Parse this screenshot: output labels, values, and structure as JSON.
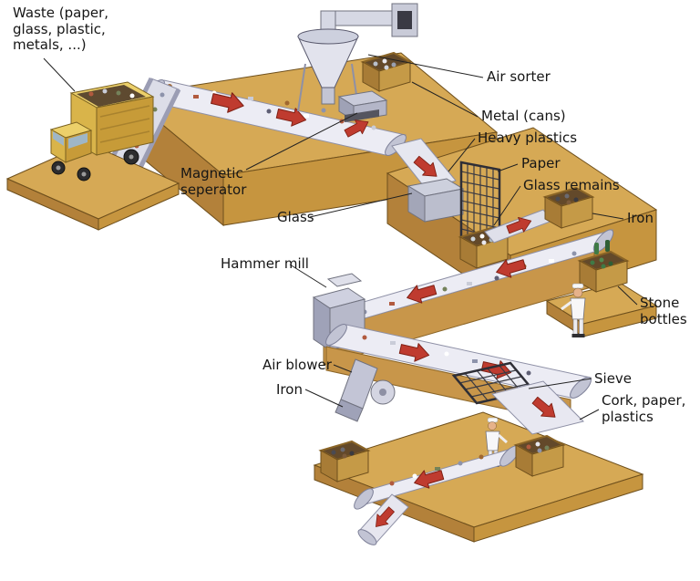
{
  "diagram": {
    "labels": {
      "waste": "Waste (paper, glass, plastic, metals, ...)",
      "air_sorter": "Air sorter",
      "metal_cans": "Metal (cans)",
      "heavy_plastics": "Heavy plastics",
      "paper": "Paper",
      "glass_remains": "Glass remains",
      "iron_top": "Iron",
      "magnetic_separator": "Magnetic seperator",
      "glass": "Glass",
      "hammer_mill": "Hammer mill",
      "stone_bottles": "Stone bottles",
      "air_blower": "Air blower",
      "iron_bottom": "Iron",
      "sieve": "Sieve",
      "cork_paper_plastics": "Cork, paper, plastics"
    },
    "colors": {
      "platform_tan": "#d6a955",
      "platform_shadow": "#b3813a",
      "platform_side": "#c6953f",
      "belt_light": "#ececf4",
      "machine_gray": "#cfd1e0",
      "arrow_red": "#bf3b2f",
      "mesh_dark": "#3a3a42",
      "truck_yellow": "#e6c44f",
      "background": "#ffffff"
    }
  }
}
